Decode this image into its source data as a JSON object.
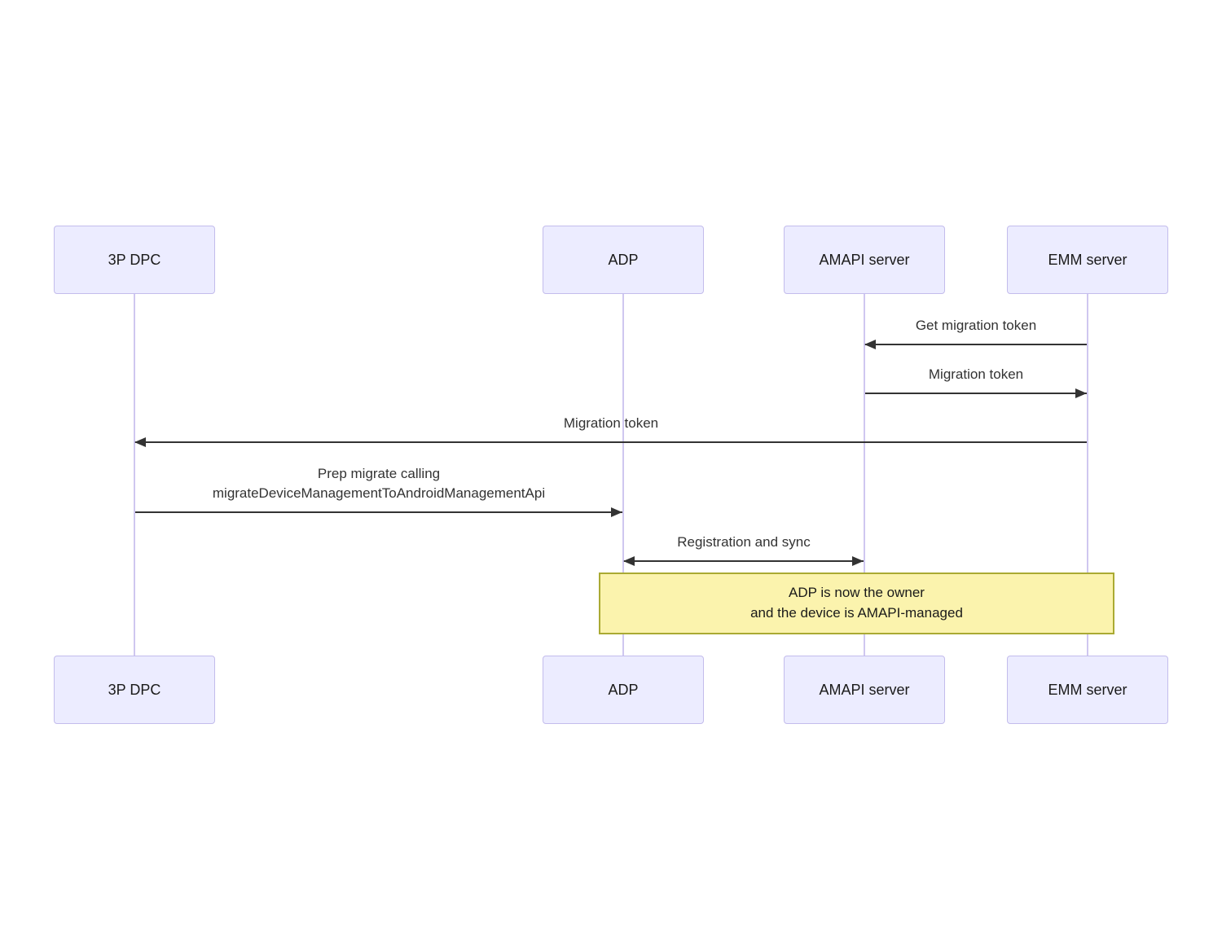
{
  "diagram": {
    "type": "sequence",
    "actors": [
      {
        "id": "3p-dpc",
        "label": "3P DPC"
      },
      {
        "id": "adp",
        "label": "ADP"
      },
      {
        "id": "amapi-server",
        "label": "AMAPI server"
      },
      {
        "id": "emm-server",
        "label": "EMM server"
      }
    ],
    "messages": [
      {
        "from": "EMM server",
        "to": "AMAPI server",
        "direction": "left",
        "label": "Get migration token"
      },
      {
        "from": "AMAPI server",
        "to": "EMM server",
        "direction": "right",
        "label": "Migration token"
      },
      {
        "from": "EMM server",
        "to": "3P DPC",
        "direction": "left",
        "label": "Migration token"
      },
      {
        "from": "3P DPC",
        "to": "ADP",
        "direction": "right",
        "label": "Prep migrate calling\nmigrateDeviceManagementToAndroidManagementApi"
      },
      {
        "from": "ADP",
        "to": "AMAPI server",
        "direction": "both",
        "label": "Registration and sync"
      }
    ],
    "note": {
      "over": [
        "ADP",
        "EMM server"
      ],
      "text": "ADP is now the owner\nand the device is AMAPI-managed"
    },
    "colors": {
      "actor_fill": "#ececff",
      "actor_border": "#c3bcec",
      "lifeline": "#cfc7f0",
      "arrow": "#333333",
      "message_text": "#333333",
      "note_fill": "#fbf3ad",
      "note_border": "#aaaa33"
    }
  }
}
